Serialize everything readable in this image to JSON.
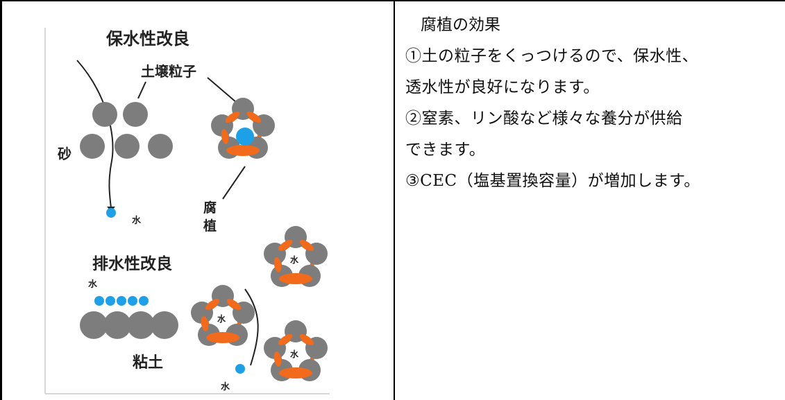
{
  "diagram": {
    "title_water_retention": "保水性改良",
    "label_soil_particle": "土壌粒子",
    "label_sand": "砂",
    "label_water_1": "水",
    "label_humus": "腐植",
    "title_drainage": "排水性改良",
    "label_water_2": "水",
    "label_clay": "粘土",
    "label_water_3": "水",
    "label_water_cluster": "水",
    "colors": {
      "particle": "#7d7d7d",
      "humus": "#f26a1b",
      "water": "#1ea0e6"
    }
  },
  "effects": {
    "title": "腐植の効果",
    "lines": [
      "①土の粒子をくっつけるので、保水性、",
      "透水性が良好になります。",
      "②窒素、リン酸など様々な養分が供給",
      "できます。",
      "③CEC（塩基置換容量）が増加します。"
    ]
  }
}
